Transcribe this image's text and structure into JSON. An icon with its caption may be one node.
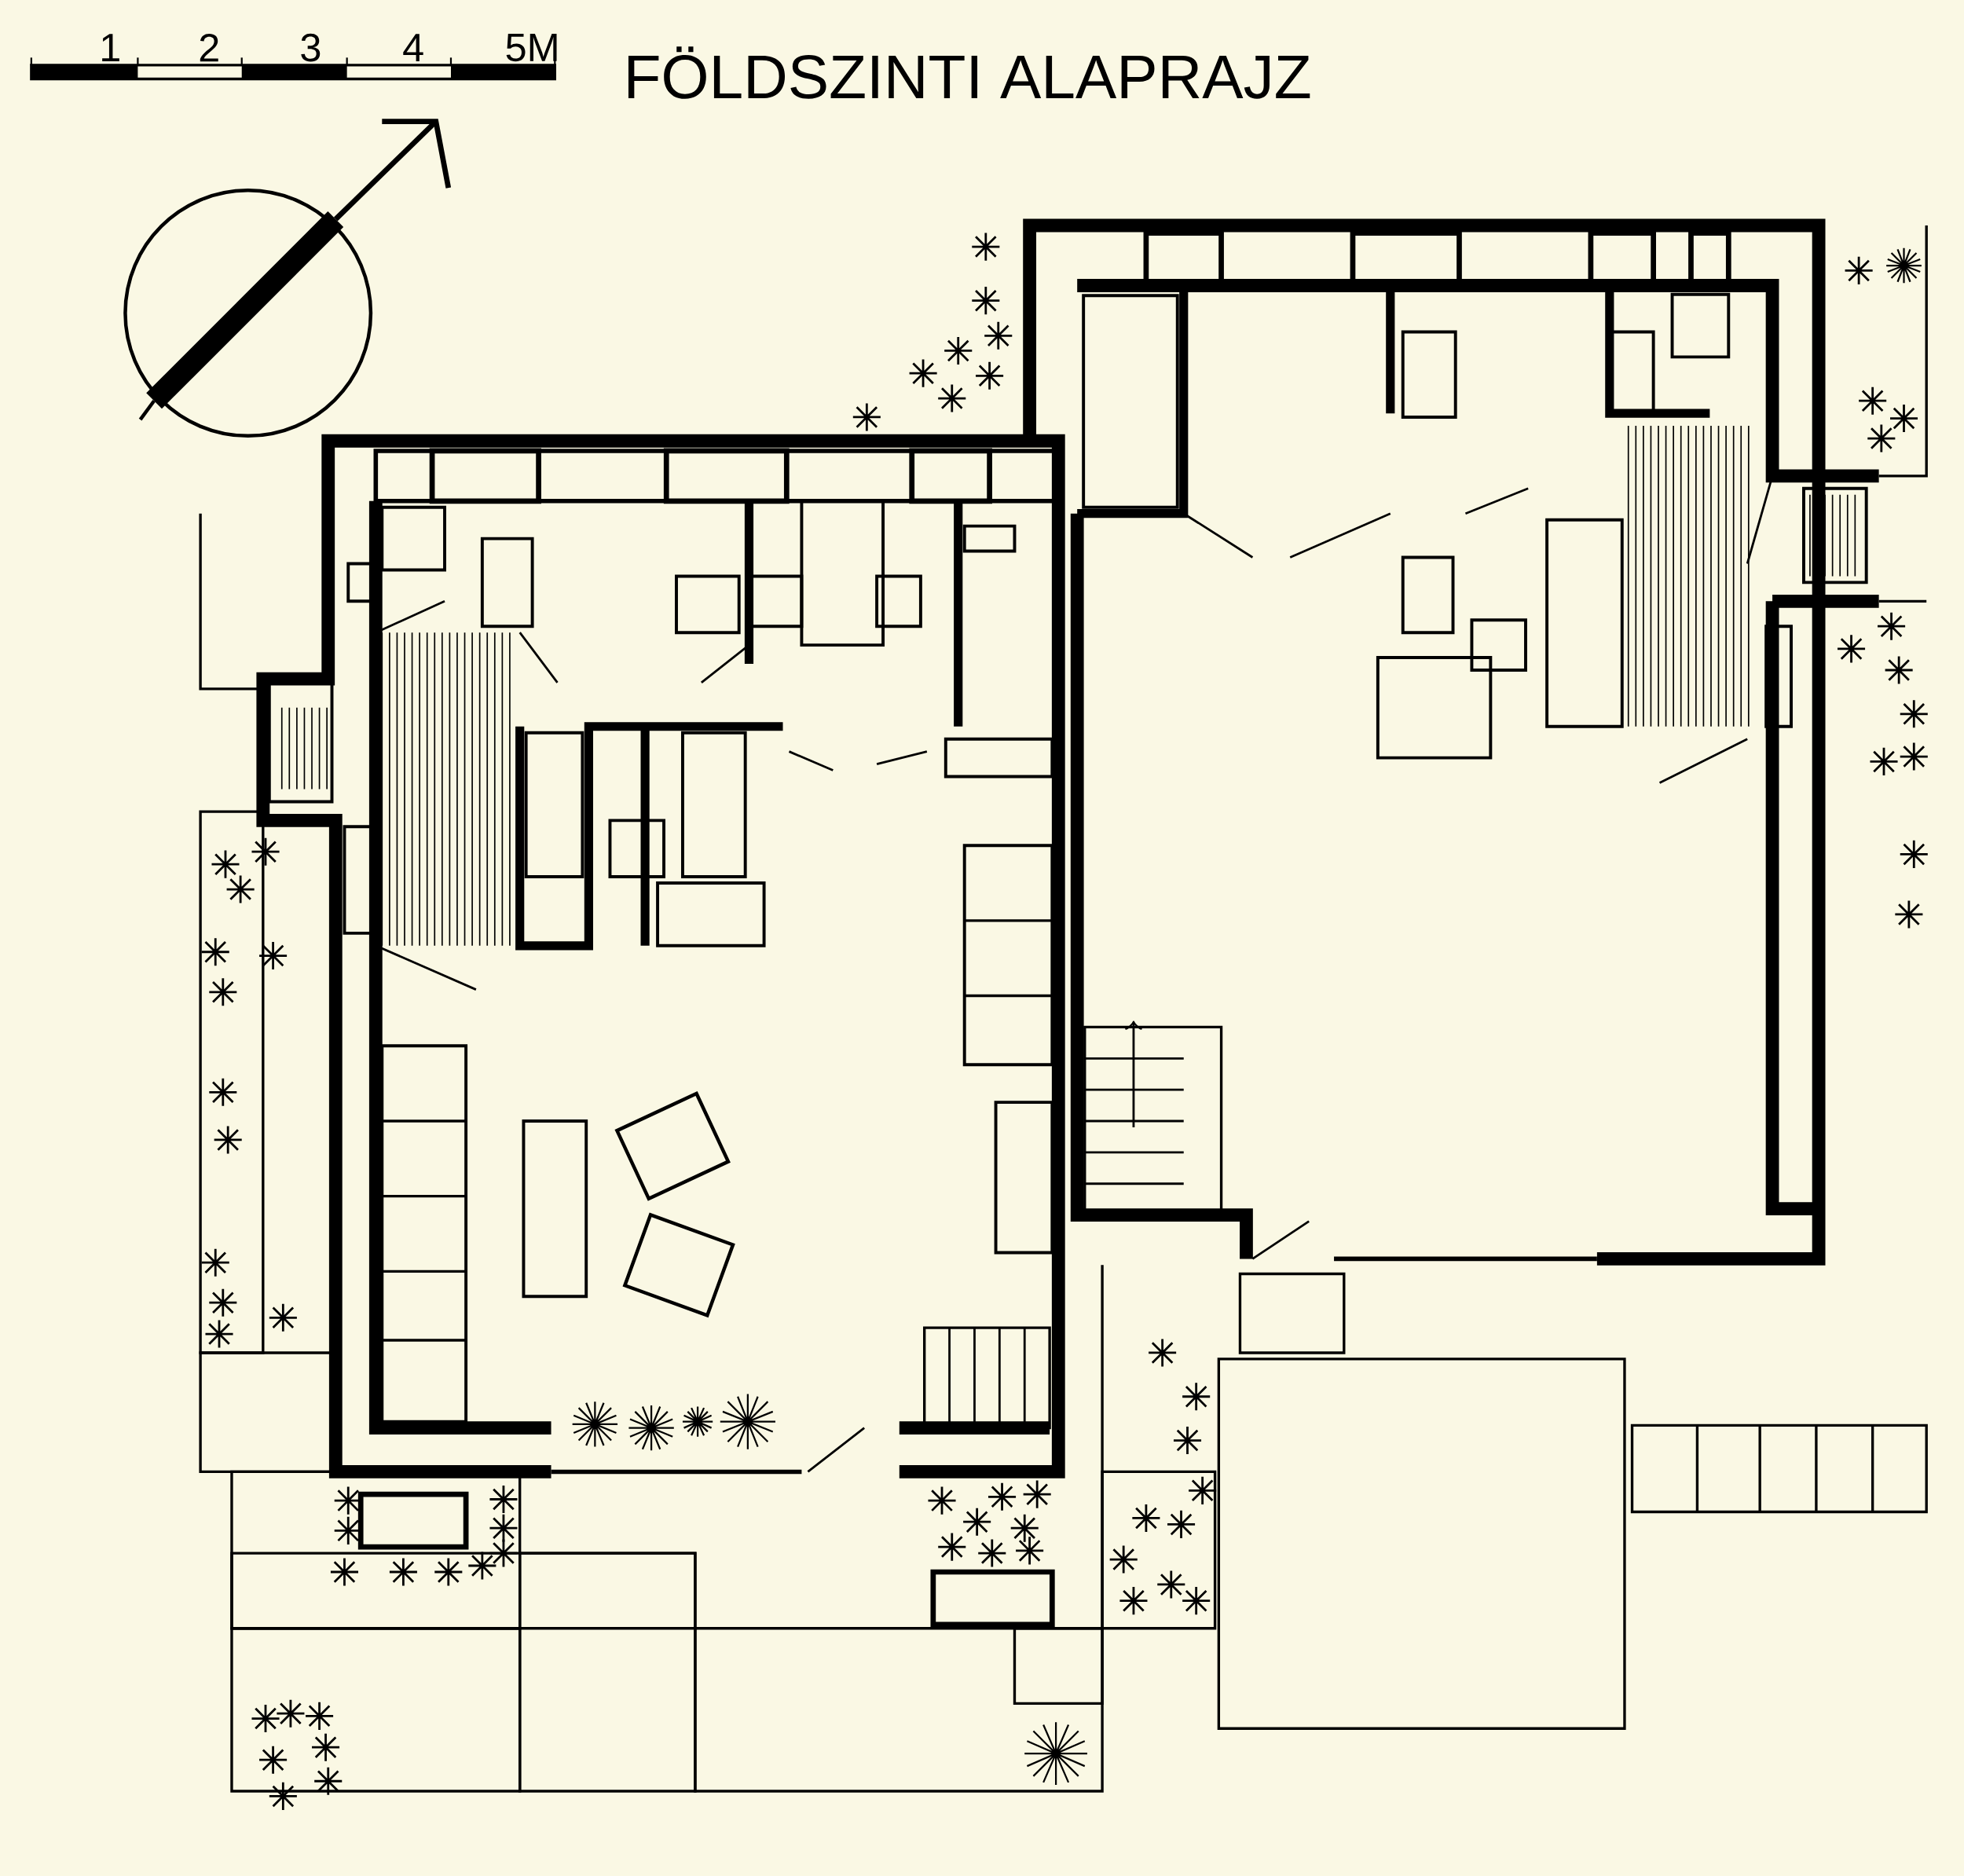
{
  "diagram": {
    "title": "FÖLDSZINTI ALAPRAJZ",
    "labels": [
      "1",
      "2",
      "3",
      "4",
      "5M"
    ]
  }
}
